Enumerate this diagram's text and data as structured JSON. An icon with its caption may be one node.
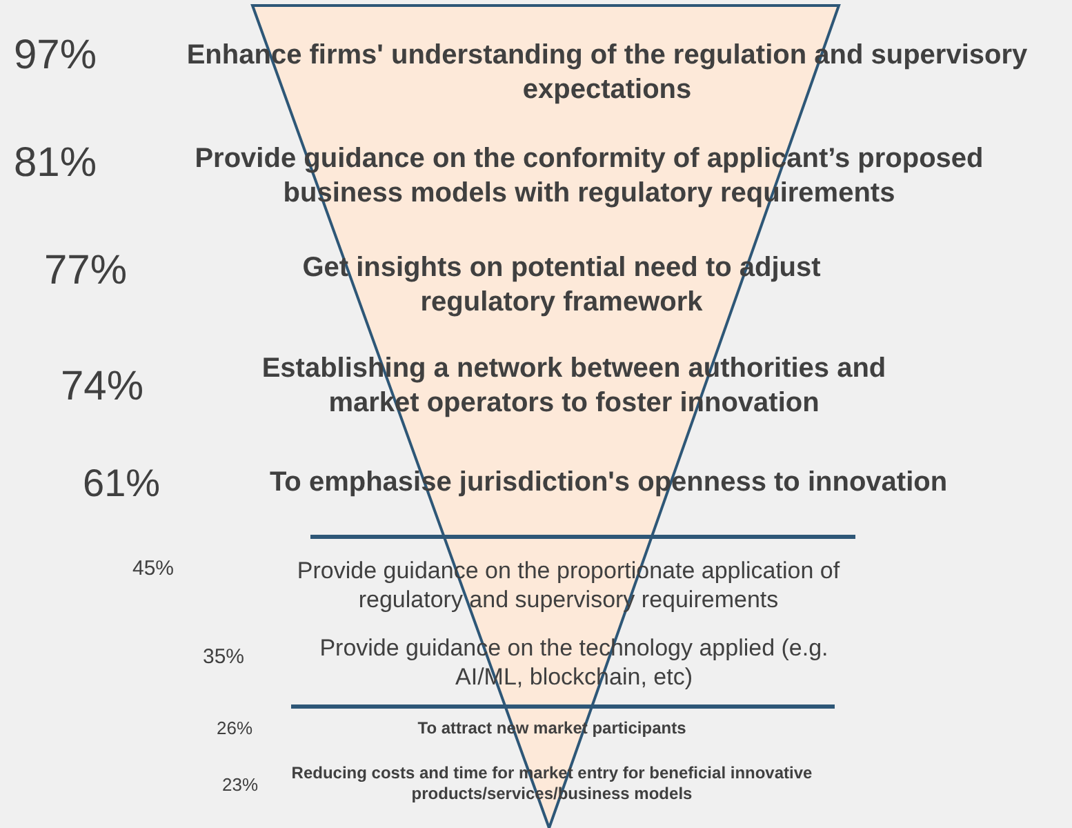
{
  "diagram": {
    "labels": [
      "97%",
      "Enhance firms' understanding of the regulation and supervisory expectations",
      "81%",
      "Provide guidance on the conformity of applicant’s proposed business models with regulatory requirements",
      "77%",
      "Get insights on potential need to adjust regulatory framework",
      "74%",
      "Establishing a network between authorities and market operators to foster innovation",
      "61%",
      "To emphasise jurisdiction's openness to innovation",
      "45%",
      "Provide guidance on the proportionate application of regulatory and supervisory requirements",
      "35%",
      "Provide guidance on the technology applied (e.g. AI/ML, blockchain, etc)",
      "26%",
      "To attract new market participants",
      "23%",
      "Reducing costs and time for market entry for beneficial innovative products/services/business models"
    ]
  }
}
